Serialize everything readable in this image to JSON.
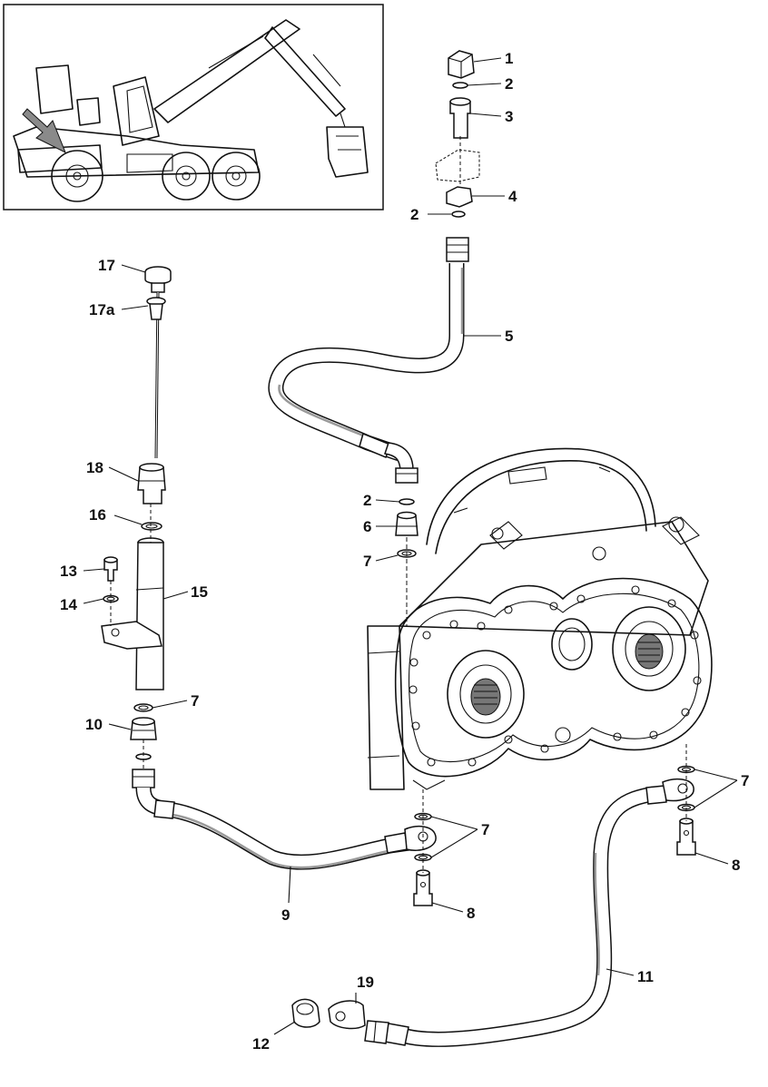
{
  "diagram": {
    "callouts": [
      {
        "id": "c1",
        "text": "1"
      },
      {
        "id": "c2a",
        "text": "2"
      },
      {
        "id": "c3",
        "text": "3"
      },
      {
        "id": "c4",
        "text": "4"
      },
      {
        "id": "c2b",
        "text": "2"
      },
      {
        "id": "c5",
        "text": "5"
      },
      {
        "id": "c17",
        "text": "17"
      },
      {
        "id": "c17a",
        "text": "17a"
      },
      {
        "id": "c18",
        "text": "18"
      },
      {
        "id": "c16",
        "text": "16"
      },
      {
        "id": "c13",
        "text": "13"
      },
      {
        "id": "c14",
        "text": "14"
      },
      {
        "id": "c15",
        "text": "15"
      },
      {
        "id": "c2c",
        "text": "2"
      },
      {
        "id": "c6",
        "text": "6"
      },
      {
        "id": "c7a",
        "text": "7"
      },
      {
        "id": "c7b",
        "text": "7"
      },
      {
        "id": "c10",
        "text": "10"
      },
      {
        "id": "c7c",
        "text": "7"
      },
      {
        "id": "c8a",
        "text": "8"
      },
      {
        "id": "c9",
        "text": "9"
      },
      {
        "id": "c7d",
        "text": "7"
      },
      {
        "id": "c8b",
        "text": "8"
      },
      {
        "id": "c11",
        "text": "11"
      },
      {
        "id": "c19",
        "text": "19"
      },
      {
        "id": "c12",
        "text": "12"
      }
    ]
  }
}
